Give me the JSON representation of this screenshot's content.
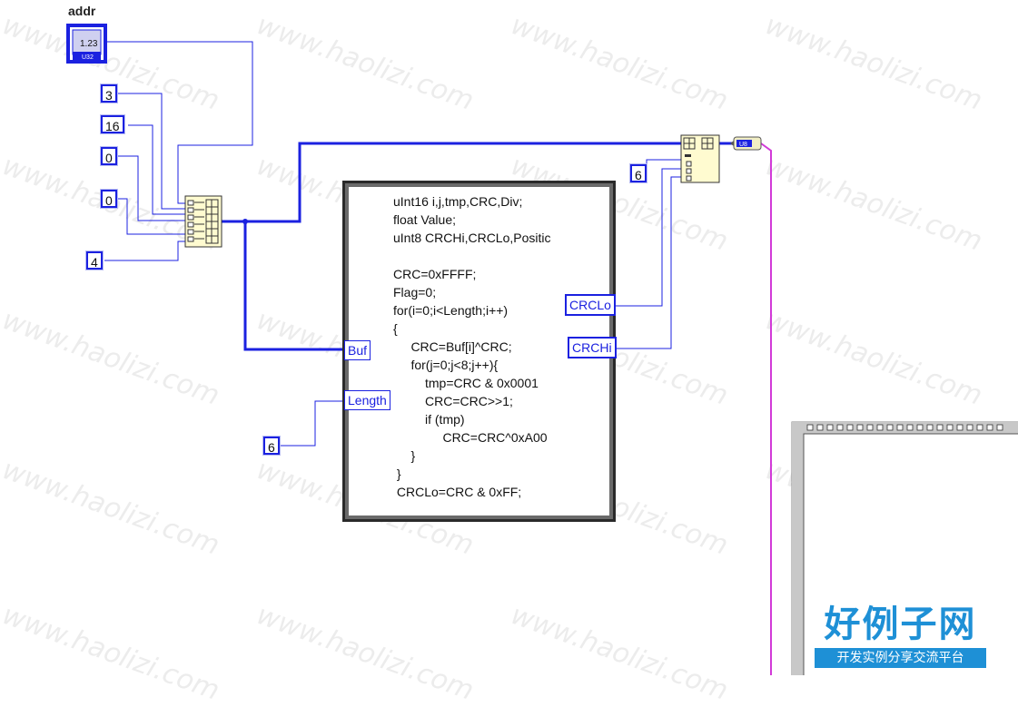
{
  "addr_label": "addr",
  "addr_control": {
    "value": "1.23",
    "type": "U32"
  },
  "constants": {
    "c3": "3",
    "c16": "16",
    "c0a": "0",
    "c0b": "0",
    "c4": "4",
    "c6_length": "6",
    "c6_byte": "6"
  },
  "formula_node": {
    "code_lines": [
      "uInt16 i,j,tmp,CRC,Div;",
      "float Value;",
      "uInt8 CRCHi,CRCLo,Positic",
      "",
      "CRC=0xFFFF;",
      "Flag=0;",
      "for(i=0;i<Length;i++)",
      "{",
      "     CRC=Buf[i]^CRC;",
      "     for(j=0;j<8;j++){",
      "         tmp=CRC & 0x0001",
      "         CRC=CRC>>1;",
      "         if (tmp)",
      "              CRC=CRC^0xA00",
      "     }",
      " }",
      " CRCLo=CRC & 0xFF;"
    ],
    "inputs": {
      "buf": "Buf",
      "length": "Length"
    },
    "outputs": {
      "crclo": "CRCLo",
      "crchi": "CRCHi"
    }
  },
  "output_indicator": {
    "type": "U8"
  },
  "watermark": {
    "text": "www.haolizi.com"
  },
  "logo": {
    "title": "好例子网",
    "subtitle": "开发实例分享交流平台"
  },
  "colors": {
    "wire_blue": "#1b21e0",
    "wire_pink": "#d23ad8",
    "numeric_blue": "#1b21e0",
    "logo_blue": "#1e90d6"
  }
}
